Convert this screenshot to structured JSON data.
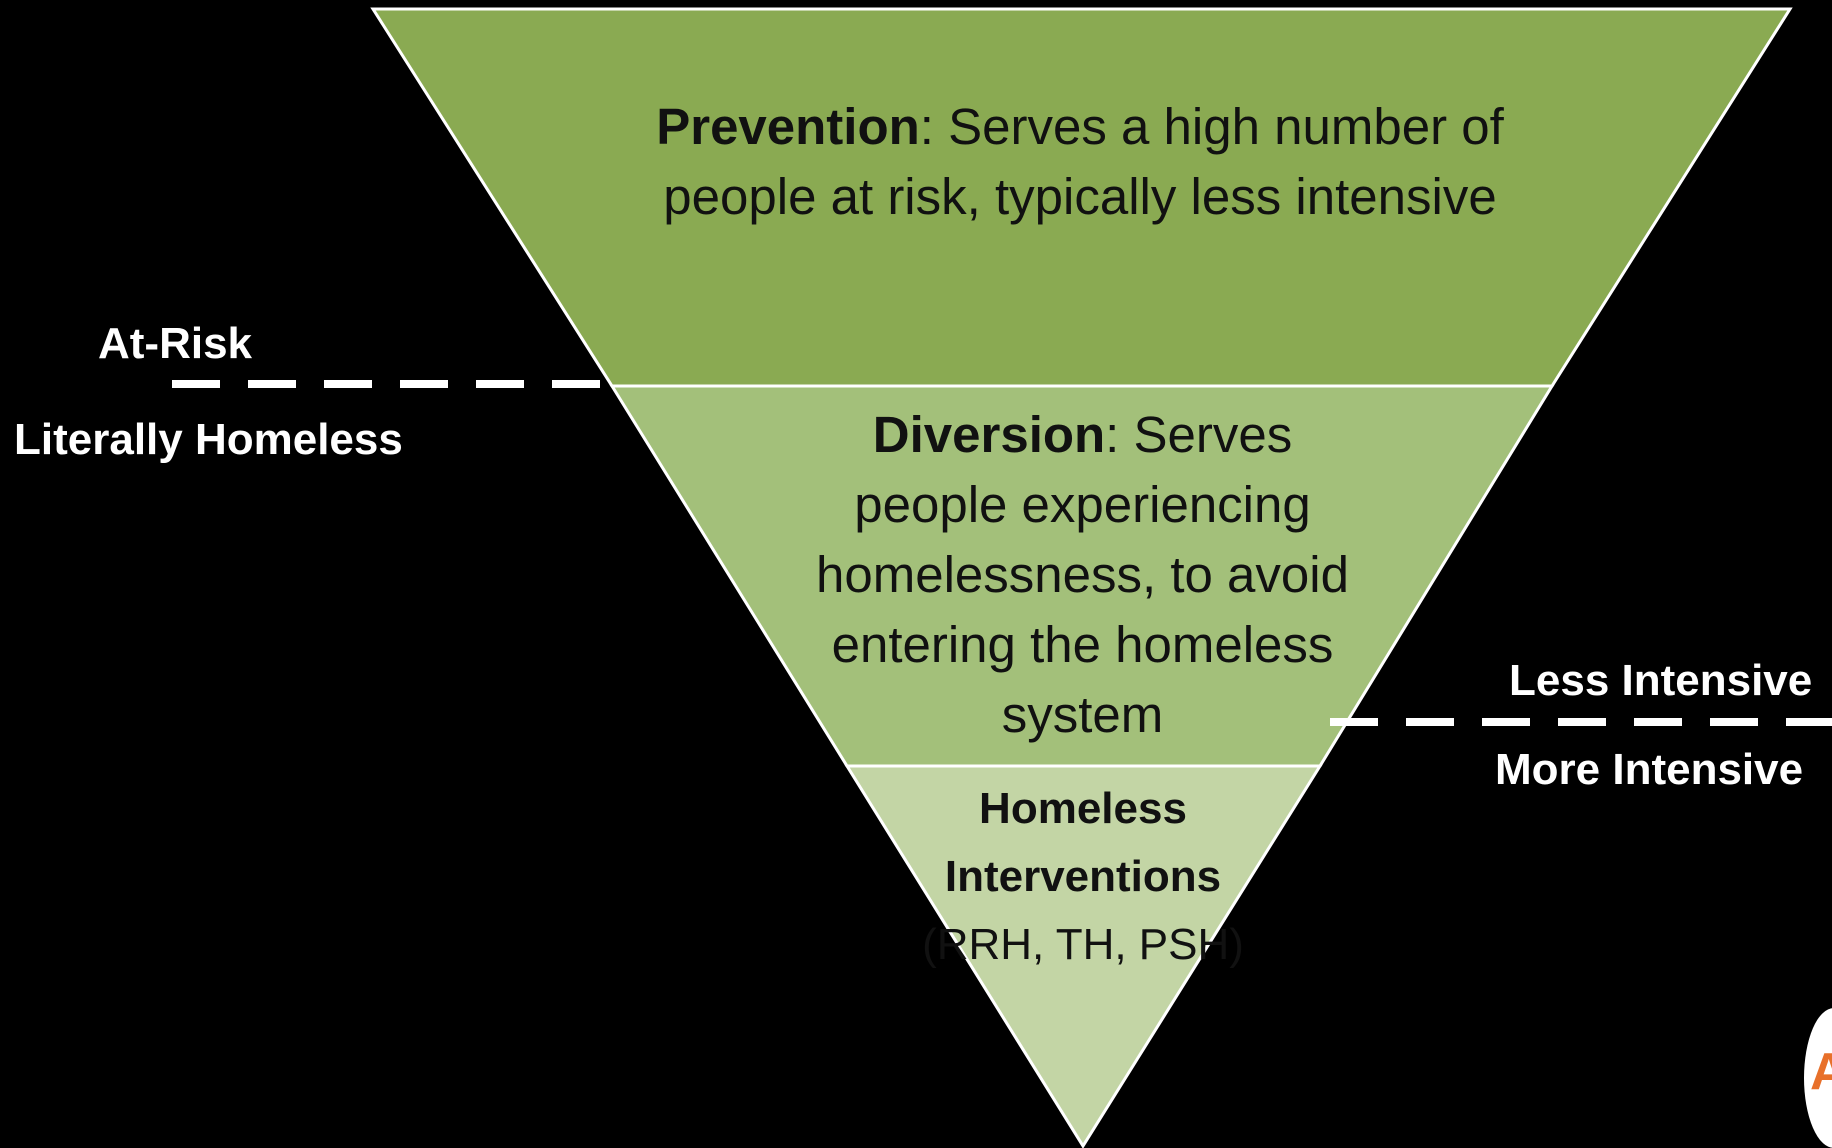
{
  "tiers": {
    "prevention": {
      "title": "Prevention",
      "text": ": Serves a high number of people at risk, typically less intensive",
      "color": "#8aaa52"
    },
    "diversion": {
      "title": "Diversion",
      "text": ": Serves people experiencing homelessness, to avoid entering the homeless system",
      "color": "#a3c07a"
    },
    "homeless_interventions": {
      "title": "Homeless Interventions",
      "text": " (RRH, TH, PSH)",
      "color": "#c3d5a5"
    }
  },
  "left_divider": {
    "above": "At-Risk",
    "below": "Literally Homeless"
  },
  "right_divider": {
    "above": "Less Intensive",
    "below": "More Intensive"
  },
  "logo": {
    "letter": "A",
    "color": "#e8702a"
  }
}
